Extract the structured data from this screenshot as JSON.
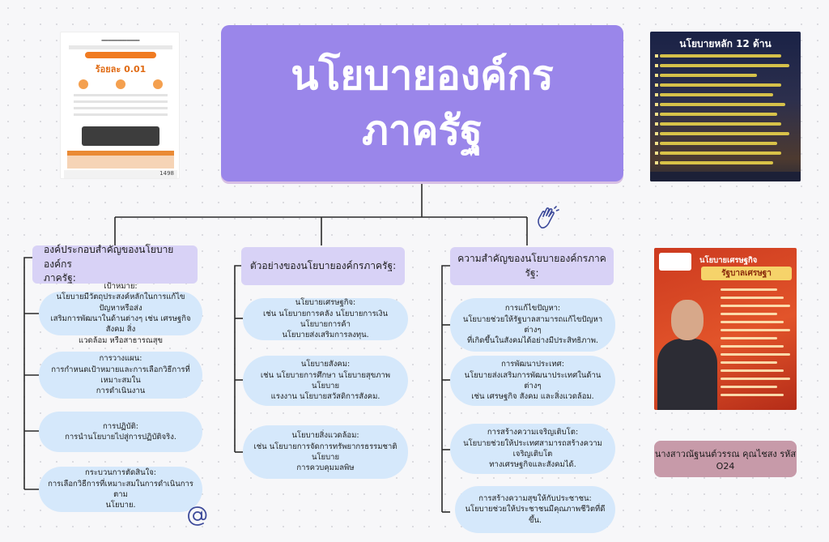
{
  "title": {
    "line1": "นโยบายองค์กร",
    "line2": "ภาครัฐ"
  },
  "columns": [
    {
      "header_line1": "องค์ประกอบสำคัญของนโยบายองค์กร",
      "header_line2": "ภาครัฐ:",
      "items": [
        {
          "lines": [
            "เป้าหมาย:",
            "นโยบายมีวัตถุประสงค์หลักในการแก้ไขปัญหาหรือส่ง",
            "เสริมการพัฒนาในด้านต่างๆ เช่น เศรษฐกิจ สังคม สิ่ง",
            "แวดล้อม หรือสาธารณสุข"
          ]
        },
        {
          "lines": [
            "การวางแผน:",
            "การกำหนดเป้าหมายและการเลือกวิธีการที่เหมาะสมใน",
            "การดำเนินงาน"
          ]
        },
        {
          "lines": [
            "การปฏิบัติ:",
            "การนำนโยบายไปสู่การปฏิบัติจริง."
          ]
        },
        {
          "lines": [
            "กระบวนการตัดสินใจ:",
            "การเลือกวิธีการที่เหมาะสมในการดำเนินการตาม",
            "นโยบาย."
          ]
        }
      ]
    },
    {
      "header_line1": "ตัวอย่างของนโยบายองค์กรภาครัฐ:",
      "items": [
        {
          "lines": [
            "นโยบายเศรษฐกิจ:",
            "เช่น นโยบายการคลัง นโยบายการเงิน นโยบายการค้า",
            "นโยบายส่งเสริมการลงทุน."
          ]
        },
        {
          "lines": [
            "นโยบายสังคม:",
            "เช่น นโยบายการศึกษา นโยบายสุขภาพ นโยบาย",
            "แรงงาน นโยบายสวัสดิการสังคม."
          ]
        },
        {
          "lines": [
            "นโยบายสิ่งแวดล้อม:",
            "เช่น นโยบายการจัดการทรัพยากรธรรมชาติ นโยบาย",
            "การควบคุมมลพิษ"
          ]
        }
      ]
    },
    {
      "header_line1": "ความสำคัญของนโยบายองค์กรภาครัฐ:",
      "items": [
        {
          "lines": [
            "การแก้ไขปัญหา:",
            "นโยบายช่วยให้รัฐบาลสามารถแก้ไขปัญหาต่างๆ",
            "ที่เกิดขึ้นในสังคมได้อย่างมีประสิทธิภาพ."
          ]
        },
        {
          "lines": [
            "การพัฒนาประเทศ:",
            "นโยบายส่งเสริมการพัฒนาประเทศในด้านต่างๆ",
            "เช่น เศรษฐกิจ สังคม และสิ่งแวดล้อม."
          ]
        },
        {
          "lines": [
            "การสร้างความเจริญเติบโต:",
            "นโยบายช่วยให้ประเทศสามารถสร้างความเจริญเติบโต",
            "ทางเศรษฐกิจและสังคมได้."
          ]
        },
        {
          "lines": [
            "การสร้างความสุขให้กับประชาชน:",
            "นโยบายช่วยให้ประชาชนมีคุณภาพชีวิตที่ดีขึ้น."
          ]
        }
      ]
    }
  ],
  "thumbnails": {
    "infographic": {
      "rate": "ร้อยละ 0.01",
      "footer_number": "1498"
    },
    "policies": {
      "title": "นโยบายหลัก 12 ด้าน"
    },
    "economic": {
      "title": "นโยบายเศรษฐกิจ",
      "banner": "รัฐบาลเศรษฐา"
    }
  },
  "author_badge": "นางสาวณัฐนนต์วรรณ คุณไชสง รหัส O24",
  "icons": {
    "hand": "hand-wave-icon",
    "at": "at-sign-icon"
  },
  "colors": {
    "title_bg": "#9a86ea",
    "header_bg": "#d8d2f6",
    "pill_bg": "#d5e8fb",
    "badge_bg": "#c79aa9"
  }
}
